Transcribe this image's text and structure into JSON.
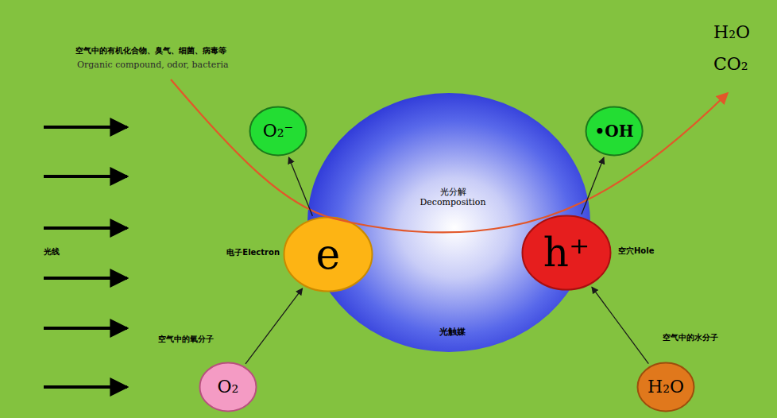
{
  "diagram": {
    "nodes": [
      {
        "text": [
          "光分解 Decomposition",
          "光触媒"
        ]
      },
      {
        "text": [
          "e",
          "电子Electron"
        ]
      },
      {
        "text": [
          "h⁺",
          "空穴Hole"
        ]
      },
      {
        "text": [
          "O₂⁻"
        ]
      },
      {
        "text": [
          "•OH"
        ]
      },
      {
        "text": [
          "O₂",
          "空气中的氧分子"
        ]
      },
      {
        "text": [
          "H₂O",
          "空气中的水分子"
        ]
      }
    ],
    "edges": [
      {
        "from": 5,
        "to": 1,
        "arrow": "to"
      },
      {
        "from": 1,
        "to": 3,
        "arrow": "to"
      },
      {
        "from": 6,
        "to": 2,
        "arrow": "to"
      },
      {
        "from": 2,
        "to": 4,
        "arrow": "to"
      }
    ],
    "labels": [
      "空气中的有机化合物、臭气、细菌、病毒等",
      "Organic compound, odor, bacteria",
      "光线",
      "H₂O",
      "CO₂"
    ]
  }
}
